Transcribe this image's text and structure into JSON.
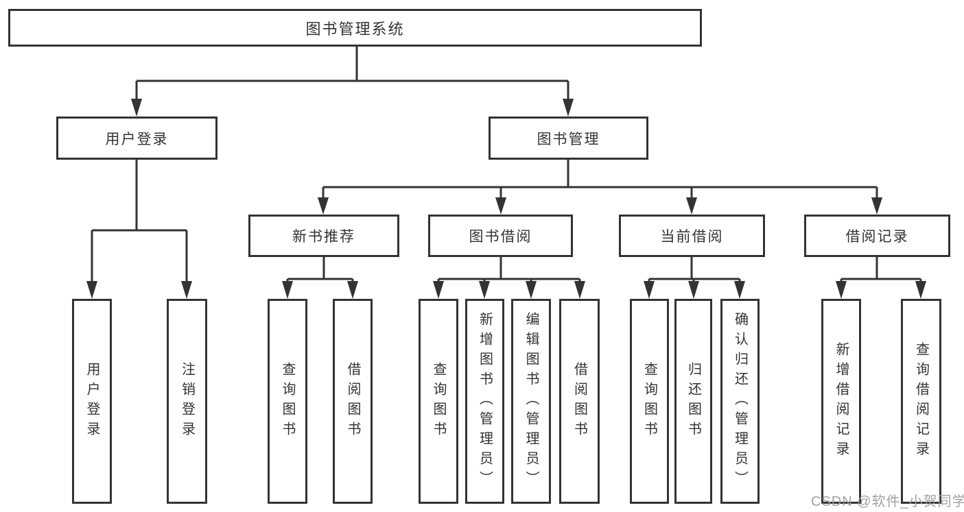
{
  "colors": {
    "line": "#333333",
    "box_border": "#333333",
    "box_fill": "#ffffff",
    "text": "#333333",
    "watermark_text": "#9c9c9c",
    "background": "#ffffff"
  },
  "tree": {
    "label": "图书管理系统",
    "children": [
      {
        "label": "用户登录",
        "children": [
          {
            "label": "用户登录"
          },
          {
            "label": "注销登录"
          }
        ]
      },
      {
        "label": "图书管理",
        "children": [
          {
            "label": "新书推荐",
            "children": [
              {
                "label": "查询图书"
              },
              {
                "label": "借阅图书"
              }
            ]
          },
          {
            "label": "图书借阅",
            "children": [
              {
                "label": "查询图书"
              },
              {
                "label": "新增图书（管理员）"
              },
              {
                "label": "编辑图书（管理员）"
              },
              {
                "label": "借阅图书"
              }
            ]
          },
          {
            "label": "当前借阅",
            "children": [
              {
                "label": "查询图书"
              },
              {
                "label": "归还图书"
              },
              {
                "label": "确认归还（管理员）"
              }
            ]
          },
          {
            "label": "借阅记录",
            "children": [
              {
                "label": "新增借阅记录"
              },
              {
                "label": "查询借阅记录"
              }
            ]
          }
        ]
      }
    ]
  },
  "watermark": {
    "text": "CSDN @软件_小贺同学"
  }
}
